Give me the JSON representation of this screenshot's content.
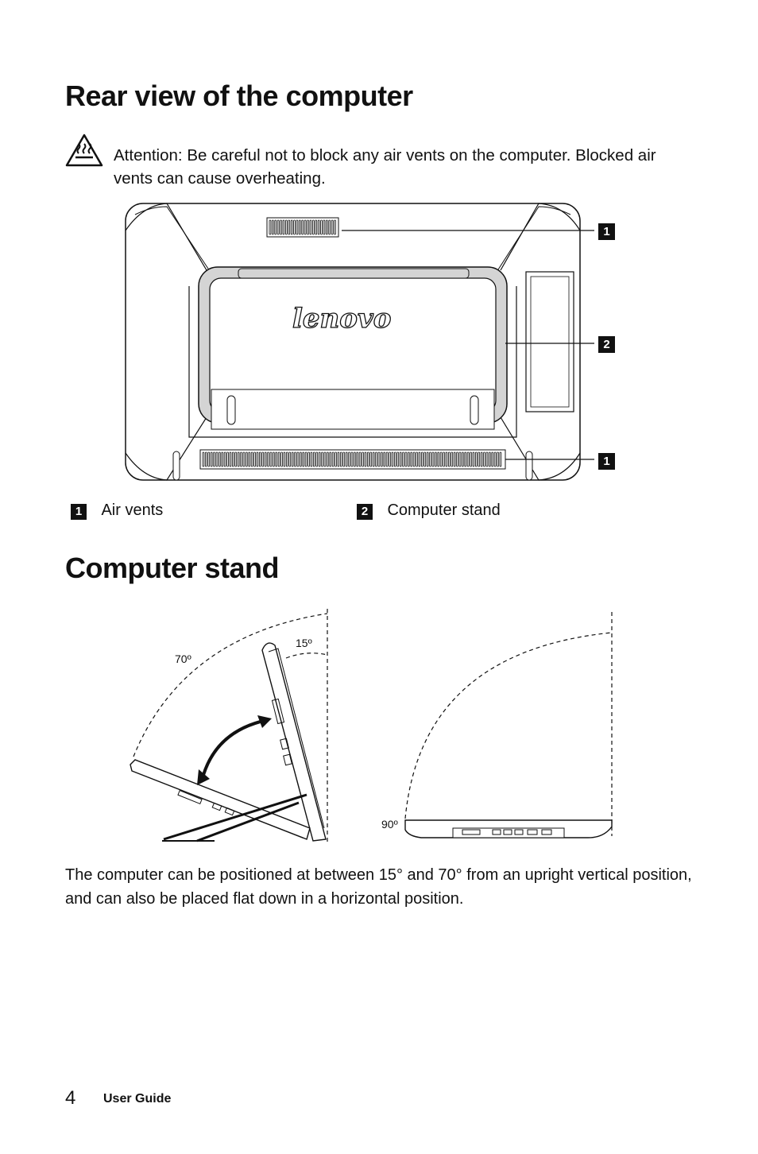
{
  "section1": {
    "heading": "Rear view of the computer",
    "attention_label": "Attention:",
    "attention_text": " Be careful not to block any air vents on the computer. Blocked air vents can cause overheating."
  },
  "rear_diagram": {
    "brand_logo_text": "lenovo",
    "callouts": [
      "1",
      "2",
      "1"
    ]
  },
  "legend": [
    {
      "num": "1",
      "label": "Air vents"
    },
    {
      "num": "2",
      "label": "Computer stand"
    }
  ],
  "section2": {
    "heading": "Computer stand",
    "angles": {
      "a70": "70º",
      "a15": "15º",
      "a90": "90º"
    },
    "body": "The computer can be positioned at between 15° and 70° from an upright vertical position, and can also be placed flat down in a horizontal position."
  },
  "footer": {
    "page_number": "4",
    "label": "User Guide"
  },
  "icons": {
    "warning": "hot-surface-warning-icon"
  }
}
